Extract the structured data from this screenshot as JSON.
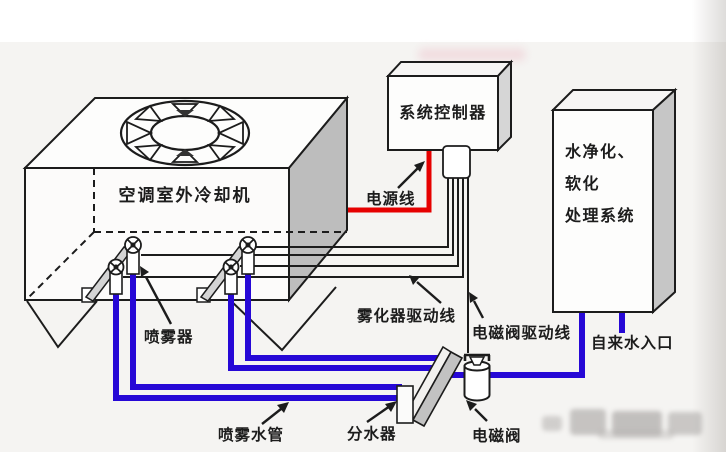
{
  "labels": {
    "cooling_unit": "空调室外冷却机",
    "system_controller": "系统控制器",
    "power_line": "电源线",
    "water_treatment_line1": "水净化、",
    "water_treatment_line2": "软化",
    "water_treatment_line3": "处理系统",
    "atomizer_drive_line": "雾化器驱动线",
    "solenoid_valve_drive_line": "电磁阀驱动线",
    "tap_water_inlet": "自来水入口",
    "sprayer": "喷雾器",
    "spray_water_pipe": "喷雾水管",
    "water_distributor": "分水器",
    "solenoid_valve": "电磁阀"
  },
  "colors": {
    "power_line_red": "#e60000",
    "water_pipe_blue": "#2608d6",
    "outline_black": "#1c1c1c",
    "panel_shade_gray": "#bdbdbd",
    "background_gray": "#f5f4f2"
  }
}
